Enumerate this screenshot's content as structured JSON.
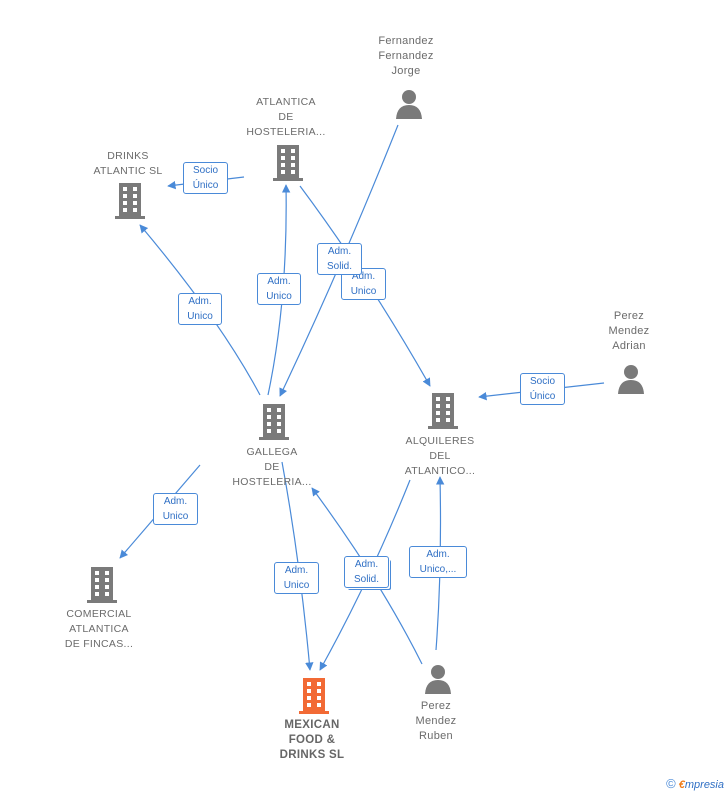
{
  "nodes": {
    "fernandez": {
      "lines": [
        "Fernandez",
        "Fernandez",
        "Jorge"
      ],
      "type": "person"
    },
    "atlantica_hosteleria": {
      "lines": [
        "ATLANTICA",
        "DE",
        "HOSTELERIA..."
      ],
      "type": "company"
    },
    "drinks_atlantic": {
      "lines": [
        "DRINKS",
        "ATLANTIC  SL"
      ],
      "type": "company"
    },
    "perez_adrian": {
      "lines": [
        "Perez",
        "Mendez",
        "Adrian"
      ],
      "type": "person"
    },
    "gallega_hosteleria": {
      "lines": [
        "GALLEGA",
        "DE",
        "HOSTELERIA..."
      ],
      "type": "company"
    },
    "alquileres": {
      "lines": [
        "ALQUILERES",
        "DEL",
        "ATLANTICO..."
      ],
      "type": "company"
    },
    "comercial": {
      "lines": [
        "COMERCIAL",
        "ATLANTICA",
        "DE FINCAS..."
      ],
      "type": "company"
    },
    "mexican": {
      "lines": [
        "MEXICAN",
        "FOOD &",
        "DRINKS  SL"
      ],
      "type": "company-focus"
    },
    "perez_ruben": {
      "lines": [
        "Perez",
        "Mendez",
        "Ruben"
      ],
      "type": "person"
    }
  },
  "edges": [
    {
      "id": "e1",
      "lines": [
        "Socio",
        "Único"
      ]
    },
    {
      "id": "e2",
      "lines": [
        "Adm.",
        "Unico"
      ]
    },
    {
      "id": "e3",
      "lines": [
        "Adm.",
        "Unico"
      ]
    },
    {
      "id": "e4",
      "lines": [
        "Adm.",
        "Solid."
      ]
    },
    {
      "id": "e5",
      "lines": [
        "Adm.",
        "Unico"
      ]
    },
    {
      "id": "e6",
      "lines": [
        "Socio",
        "Único"
      ]
    },
    {
      "id": "e7",
      "lines": [
        "Adm.",
        "Unico"
      ]
    },
    {
      "id": "e8",
      "lines": [
        "Adm.",
        "Unico"
      ]
    },
    {
      "id": "e9",
      "lines": [
        "Adm.",
        "Solid."
      ]
    },
    {
      "id": "e10",
      "lines": [
        "Adm.",
        "Unico,..."
      ]
    }
  ],
  "colors": {
    "edge": "#4a8ad8",
    "icon": "#7a7a7a",
    "focus": "#f26a35"
  },
  "footer": {
    "copyright": "©",
    "brand_first": "€",
    "brand_rest": "mpresia"
  }
}
